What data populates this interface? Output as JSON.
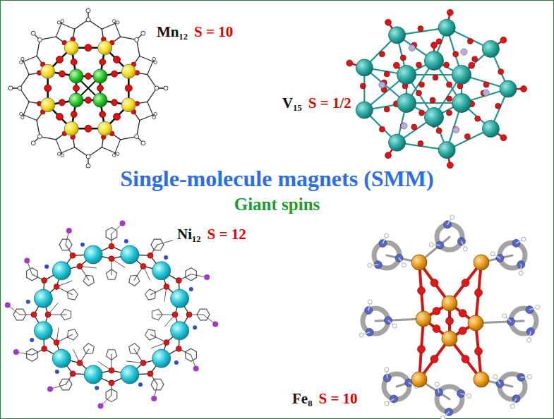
{
  "diagram": {
    "title": "Single-molecule magnets (SMM)",
    "labels": [
      "Mn₁₂",
      "S = 10",
      "V₁₅",
      "S = 1/2",
      "Giant spins",
      "Ni₁₂",
      "S = 12",
      "Fe₈",
      "S = 10"
    ]
  }
}
